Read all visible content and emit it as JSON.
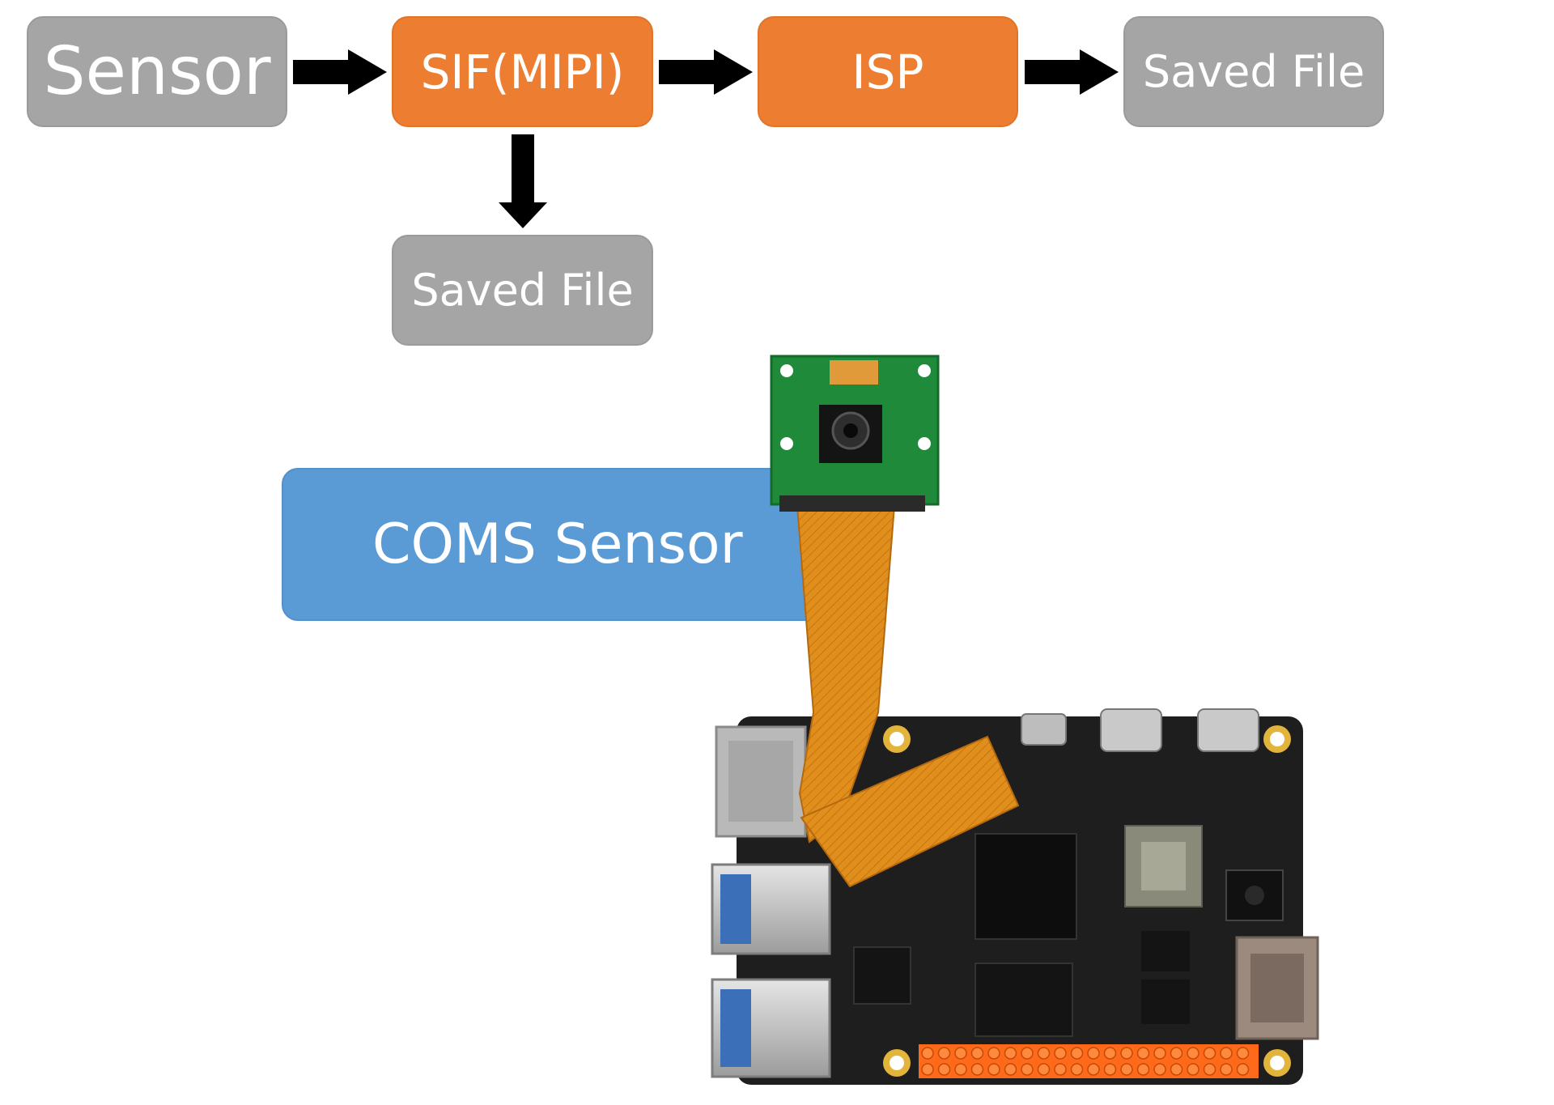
{
  "flow": {
    "sensor": "Sensor",
    "sif": "SIF(MIPI)",
    "isp": "ISP",
    "saved_file_right": "Saved File",
    "saved_file_below": "Saved File"
  },
  "hardware": {
    "label": "COMS Sensor"
  },
  "colors": {
    "gray": "#a5a5a5",
    "orange": "#ed7d31",
    "blue": "#5b9bd5",
    "arrow": "#000000",
    "pcb_green": "#1f8a3a",
    "board_black": "#1e1e1e",
    "flex_cable": "#e0901c",
    "gpio_orange": "#ff6a1a"
  }
}
